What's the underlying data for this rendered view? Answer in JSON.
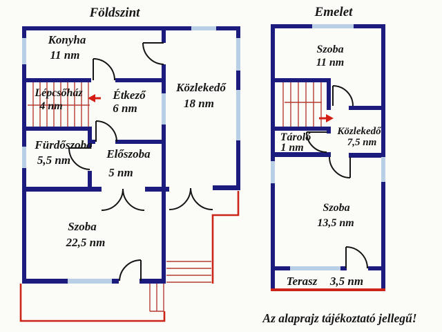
{
  "titles": {
    "left": "Földszint",
    "right": "Emelet"
  },
  "note": "Az alaprajz tájékoztató jellegű!",
  "ground_floor": {
    "rooms": [
      {
        "name": "Konyha",
        "area": "11 nm"
      },
      {
        "name": "Lépcsőház",
        "area": "4 nm"
      },
      {
        "name": "Étkező",
        "area": "6 nm"
      },
      {
        "name": "Közlekedő",
        "area": "18 nm"
      },
      {
        "name": "Fürdőszoba",
        "area": "5,5 nm"
      },
      {
        "name": "Előszoba",
        "area": "5 nm"
      },
      {
        "name": "Szoba",
        "area": "22,5 nm"
      }
    ]
  },
  "upper_floor": {
    "rooms": [
      {
        "name": "Szoba",
        "area": "11 nm"
      },
      {
        "name": "Tároló",
        "area": "1 nm"
      },
      {
        "name": "Közlekedő",
        "area": "7,5 nm"
      },
      {
        "name": "Szoba",
        "area": "13,5 nm"
      },
      {
        "name": "Terasz",
        "area": "3,5 nm"
      }
    ]
  },
  "colors": {
    "wall": "#1b1c7e",
    "window": "#b9cfe6",
    "door": "#141414",
    "stairs_red": "#b53a33",
    "outline_red": "#cc2417",
    "arrow_red": "#d41d14",
    "text": "#161616",
    "background": "#fbfbf7"
  }
}
